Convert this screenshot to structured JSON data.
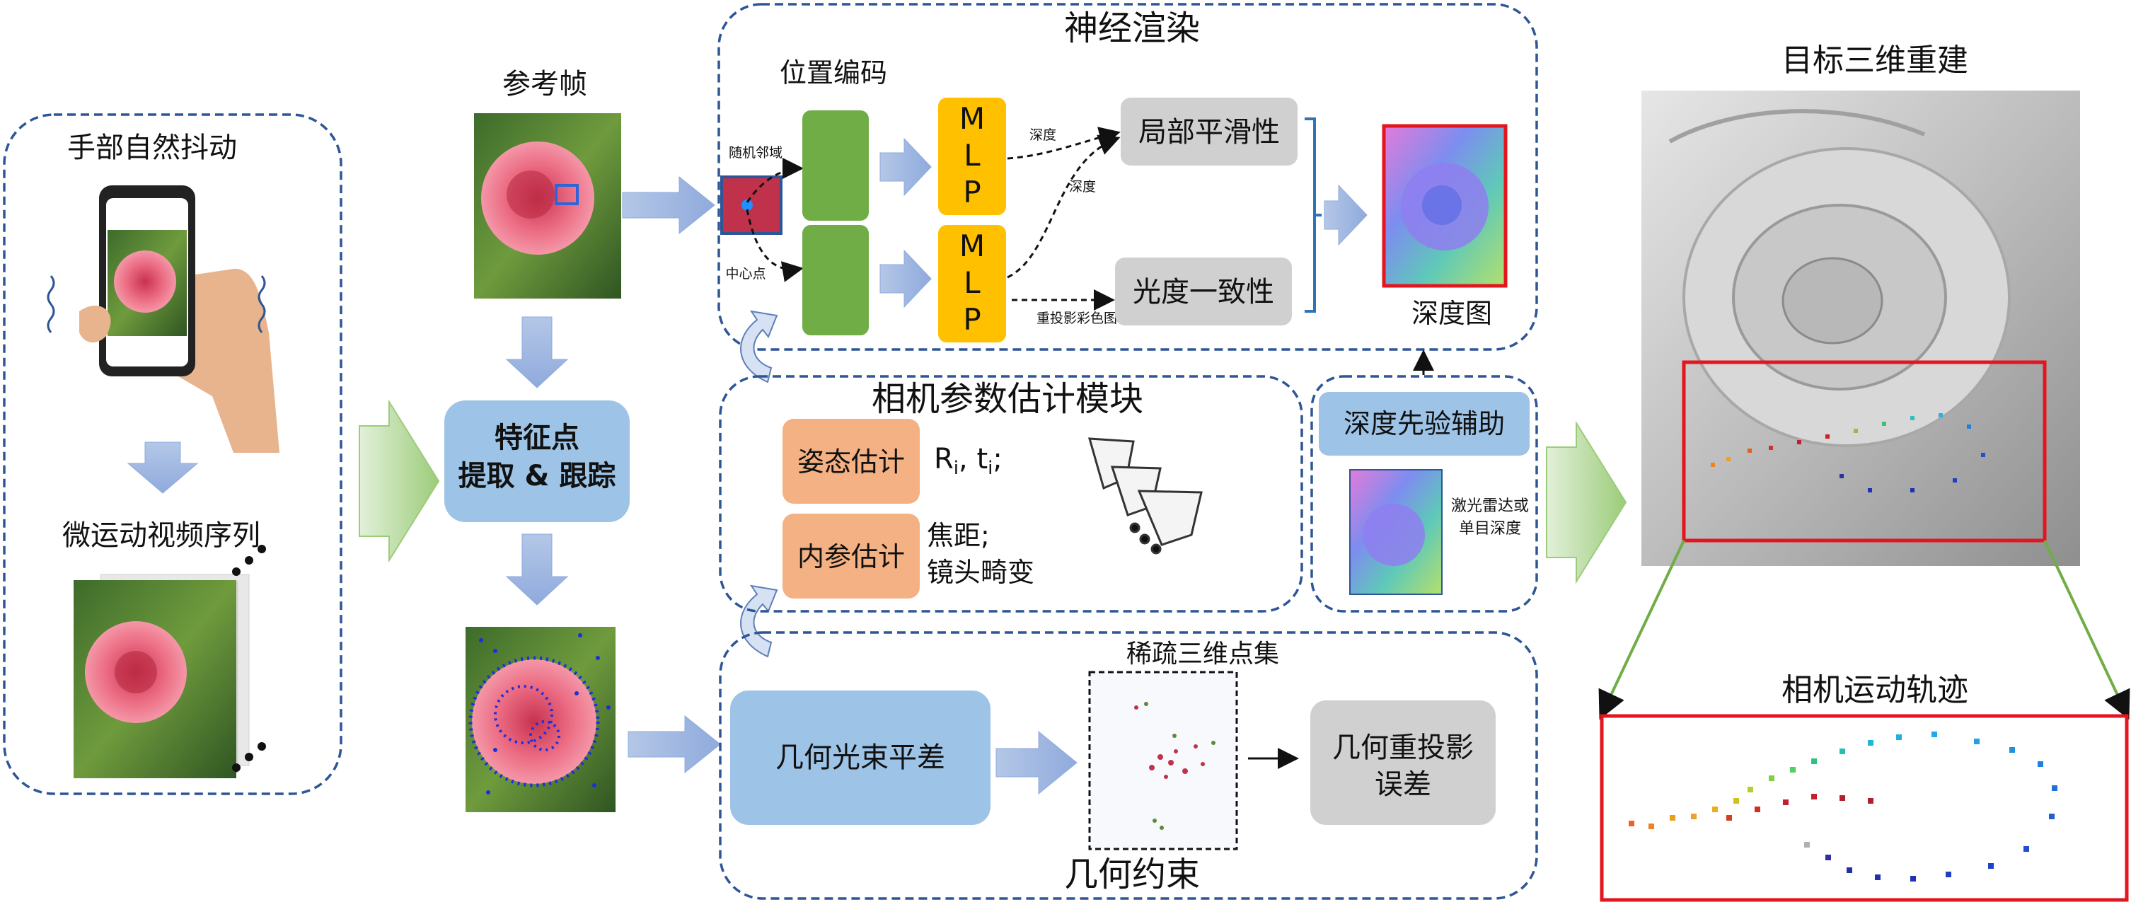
{
  "panels": {
    "hand": {
      "title": "手部自然抖动",
      "sequence_label": "微运动视频序列"
    },
    "reference": {
      "title": "参考帧"
    },
    "feature": {
      "line1": "特征点",
      "line2": "提取 & 跟踪"
    },
    "neural": {
      "title": "神经渲染",
      "pos_encoding": "位置编码",
      "random_neighborhood": "随机邻域",
      "center_point": "中心点",
      "mlp_letters": [
        "M",
        "L",
        "P"
      ],
      "depth_small_1": "深度",
      "depth_small_2": "深度",
      "reprojected_color": "重投影彩色图",
      "local_smooth": "局部平滑性",
      "photometric": "光度一致性",
      "depth_map": "深度图"
    },
    "camera": {
      "title": "相机参数估计模块",
      "pose": "姿态估计",
      "pose_math_r": "R",
      "pose_math_sub": "i",
      "pose_math_t": ", t",
      "pose_math_sub2": "i",
      "pose_math_end": ";",
      "intrinsic": "内参估计",
      "focal": "焦距;",
      "distortion": "镜头畸变"
    },
    "depth_prior": {
      "title": "深度先验辅助",
      "lidar_line1": "激光雷达或",
      "lidar_line2": "单目深度"
    },
    "geometry": {
      "sparse_points": "稀疏三维点集",
      "bundle_adjust": "几何光束平差",
      "reproj_line1": "几何重投影",
      "reproj_line2": "误差",
      "title": "几何约束"
    },
    "reconstruction": {
      "title": "目标三维重建",
      "trajectory_title": "相机运动轨迹"
    }
  },
  "colors": {
    "dashed_border": "#2e5596",
    "arrow_blue": "#8faadc",
    "arrow_green": "#9ccc7a",
    "box_blue": "#9dc3e6",
    "box_orange": "#f4b183",
    "box_gray": "#d0d0d0",
    "mlp_yellow": "#ffc000",
    "encoder_green": "#70ad47",
    "highlight_red": "#e3161f",
    "trajectory_line": "#70ad47"
  },
  "icons": [
    "hand-phone-icon",
    "camera-frustum-icon",
    "rose-photo-icon",
    "normal-map-icon",
    "point-cloud-icon",
    "relief-render-icon"
  ]
}
